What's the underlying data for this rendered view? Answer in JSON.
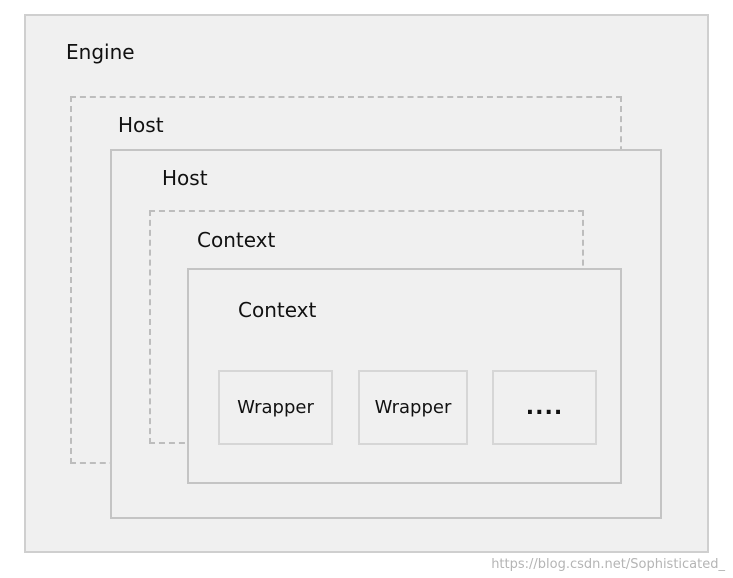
{
  "diagram": {
    "engine": {
      "label": "Engine"
    },
    "host_back": {
      "label": "Host"
    },
    "host_front": {
      "label": "Host"
    },
    "context_back": {
      "label": "Context"
    },
    "context_front": {
      "label": "Context"
    },
    "wrappers": [
      {
        "label": "Wrapper"
      },
      {
        "label": "Wrapper"
      },
      {
        "label": "...."
      }
    ]
  },
  "watermark": "https://blog.csdn.net/Sophisticated_"
}
